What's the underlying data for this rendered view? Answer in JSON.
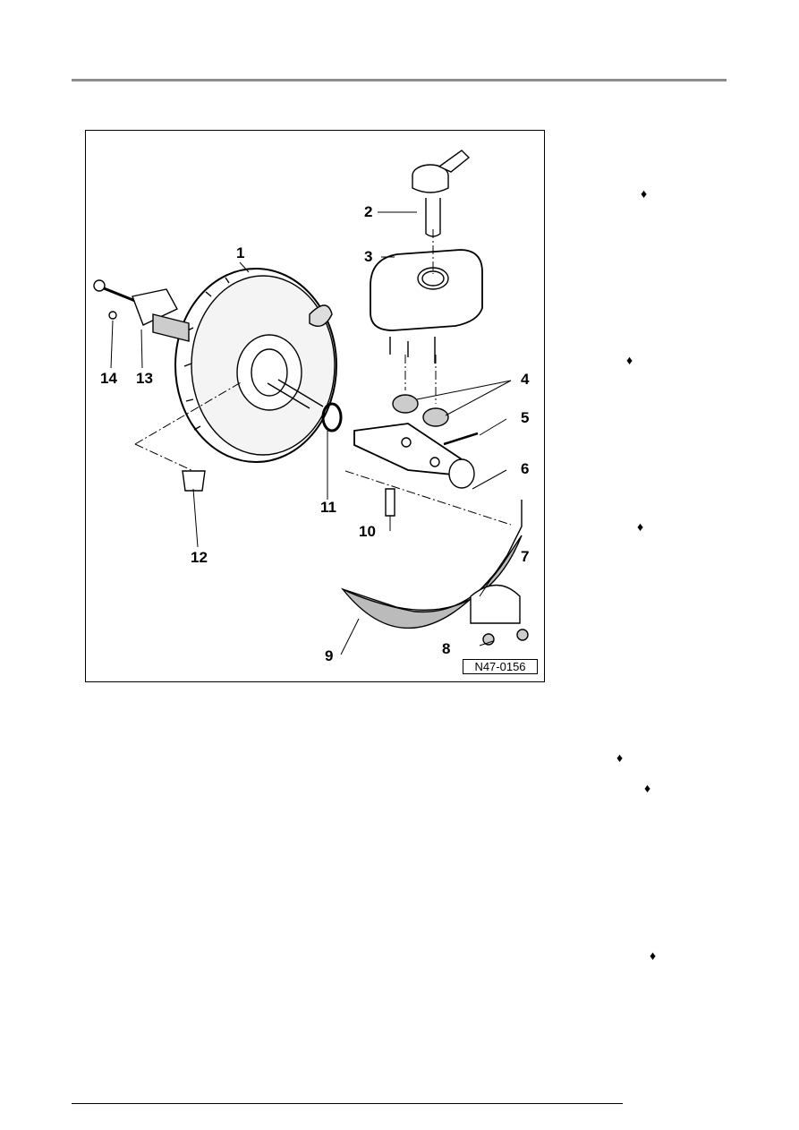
{
  "figure": {
    "id": "N47-0156",
    "callouts": [
      "1",
      "2",
      "3",
      "4",
      "5",
      "6",
      "7",
      "8",
      "9",
      "10",
      "11",
      "12",
      "13",
      "14"
    ]
  },
  "bullets": [
    "♦",
    "♦",
    "♦",
    "♦",
    "♦",
    "♦"
  ]
}
